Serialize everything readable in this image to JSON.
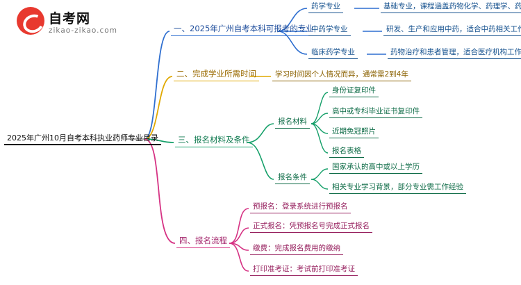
{
  "logo": {
    "name": "自考网",
    "domain": "zikao-zikao.com",
    "mark_color": "#e8392f"
  },
  "mindmap": {
    "root": "2025年广州10月自考本科执业药师专业目录",
    "colors": {
      "branch1": "#2f6fd0",
      "branch2": "#e0a800",
      "branch3": "#16a06a",
      "branch4": "#d63384"
    },
    "branches": [
      {
        "label": "一、2025年广州自考本科可报考的专业",
        "children": [
          {
            "label": "药学专业",
            "leaves": [
              "基础专业，课程涵盖药物化学、药理学、药剂学等"
            ]
          },
          {
            "label": "中药学专业",
            "leaves": [
              "研发、生产和应用中药，适合中药相关工作"
            ]
          },
          {
            "label": "临床药学专业",
            "leaves": [
              "药物治疗和患者管理，适合医疗机构工作"
            ]
          }
        ]
      },
      {
        "label": "二、完成学业所需时间",
        "children": [
          {
            "label": "学习时间因个人情况而异，通常需2到4年",
            "leaves": []
          }
        ]
      },
      {
        "label": "三、报名材料及条件",
        "children": [
          {
            "label": "报名材料",
            "leaves": [
              "身份证复印件",
              "高中或专科毕业证书复印件",
              "近期免冠照片",
              "报名表格"
            ]
          },
          {
            "label": "报名条件",
            "leaves": [
              "国家承认的高中或以上学历",
              "相关专业学习背景，部分专业需工作经验"
            ]
          }
        ]
      },
      {
        "label": "四、报名流程",
        "children": [
          {
            "label": "预报名：登录系统进行预报名",
            "leaves": []
          },
          {
            "label": "正式报名：凭预报名号完成正式报名",
            "leaves": []
          },
          {
            "label": "缴费：完成报名费用的缴纳",
            "leaves": []
          },
          {
            "label": "打印准考证：考试前打印准考证",
            "leaves": []
          }
        ]
      }
    ]
  }
}
